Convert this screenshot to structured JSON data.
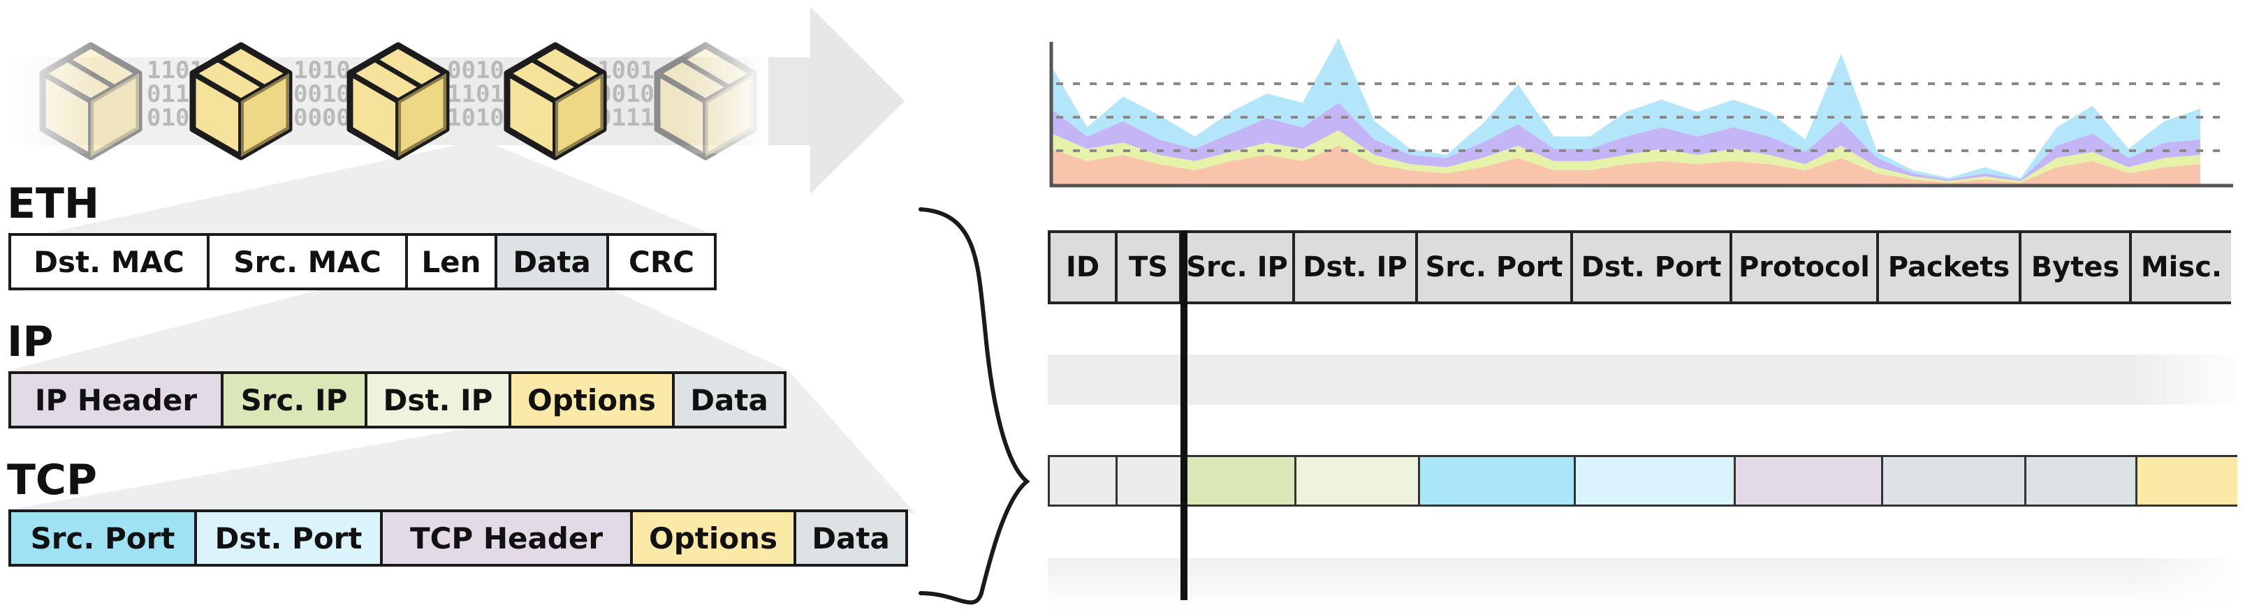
{
  "layers": [
    {
      "label": "ETH",
      "fields": [
        {
          "text": "Dst. MAC",
          "color": "#ffffff"
        },
        {
          "text": "Src. MAC",
          "color": "#ffffff"
        },
        {
          "text": "Len",
          "color": "#ffffff"
        },
        {
          "text": "Data",
          "color": "#dde3e4"
        },
        {
          "text": "CRC",
          "color": "#ffffff"
        }
      ]
    },
    {
      "label": "IP",
      "fields": [
        {
          "text": "IP Header",
          "color": "#e2dbe5"
        },
        {
          "text": "Src. IP",
          "color": "#dbe7b6"
        },
        {
          "text": "Dst. IP",
          "color": "#eef3de"
        },
        {
          "text": "Options",
          "color": "#fbe9a8"
        },
        {
          "text": "Data",
          "color": "#dde3e4"
        }
      ]
    },
    {
      "label": "TCP",
      "fields": [
        {
          "text": "Src. Port",
          "color": "#9fe2f4"
        },
        {
          "text": "Dst. Port",
          "color": "#dbf3fb"
        },
        {
          "text": "TCP Header",
          "color": "#e2dbe5"
        },
        {
          "text": "Options",
          "color": "#fbe9a8"
        },
        {
          "text": "Data",
          "color": "#dde3e4"
        }
      ]
    }
  ],
  "stream": {
    "bits": [
      "1101",
      "0111",
      "0101",
      "1010",
      "0010",
      "0000",
      "0010",
      "1101",
      "1010",
      "1001",
      "0010",
      "0111"
    ]
  },
  "table": {
    "columns": [
      "ID",
      "TS",
      "Src. IP",
      "Dst. IP",
      "Src. Port",
      "Dst. Port",
      "Protocol",
      "Packets",
      "Bytes",
      "Misc."
    ],
    "highlight_colors": [
      "#ebebeb",
      "#ebebeb",
      "#dbe7b6",
      "#eef3de",
      "#a9e6f7",
      "#d9f4fc",
      "#e2dbe5",
      "#dde3e4",
      "#dde3e4",
      "#fbe9a8"
    ]
  },
  "chart_data": {
    "type": "area",
    "x": [
      0,
      1,
      2,
      3,
      4,
      5,
      6,
      7,
      8,
      9,
      10,
      11,
      12,
      13,
      14,
      15,
      16,
      17,
      18,
      19,
      20,
      21,
      22,
      23,
      24,
      25,
      26,
      27,
      28,
      29,
      30,
      31,
      32
    ],
    "series": [
      {
        "color": "#f8c5aa",
        "values": [
          2.4,
          1.6,
          2.0,
          1.4,
          1.0,
          1.6,
          2.0,
          1.6,
          2.6,
          1.4,
          1.0,
          0.8,
          1.2,
          1.8,
          1.0,
          1.0,
          1.4,
          1.6,
          1.4,
          1.6,
          1.4,
          1.0,
          1.8,
          0.8,
          0.4,
          0.2,
          0.4,
          0.2,
          1.2,
          1.6,
          0.8,
          1.2,
          1.4
        ]
      },
      {
        "color": "#e6f2a8",
        "values": [
          1.0,
          0.8,
          0.8,
          0.6,
          0.6,
          0.6,
          0.8,
          0.8,
          1.0,
          0.6,
          0.4,
          0.4,
          0.6,
          0.8,
          0.6,
          0.6,
          0.6,
          0.8,
          0.6,
          0.8,
          0.6,
          0.4,
          0.8,
          0.4,
          0.2,
          0.1,
          0.2,
          0.1,
          0.6,
          0.6,
          0.4,
          0.6,
          0.6
        ]
      },
      {
        "color": "#c4b6f6",
        "values": [
          1.6,
          0.8,
          1.4,
          1.0,
          0.8,
          1.2,
          1.6,
          1.4,
          1.8,
          1.0,
          0.6,
          0.6,
          1.0,
          1.4,
          0.8,
          0.8,
          1.2,
          1.4,
          1.2,
          1.4,
          1.2,
          0.8,
          1.6,
          0.6,
          0.2,
          0.1,
          0.2,
          0.1,
          0.8,
          1.2,
          0.6,
          1.0,
          1.0
        ]
      },
      {
        "color": "#b3e6fa",
        "values": [
          2.8,
          0.6,
          1.6,
          1.6,
          0.8,
          1.4,
          1.6,
          1.6,
          4.2,
          1.2,
          0.4,
          0.2,
          1.2,
          2.6,
          0.8,
          0.8,
          1.6,
          1.8,
          1.6,
          1.8,
          1.6,
          0.8,
          4.4,
          0.4,
          0.2,
          0.1,
          0.4,
          0.1,
          1.2,
          1.8,
          0.6,
          1.4,
          2.0
        ]
      }
    ],
    "grid": true,
    "title": "",
    "xlabel": "",
    "ylabel": ""
  }
}
